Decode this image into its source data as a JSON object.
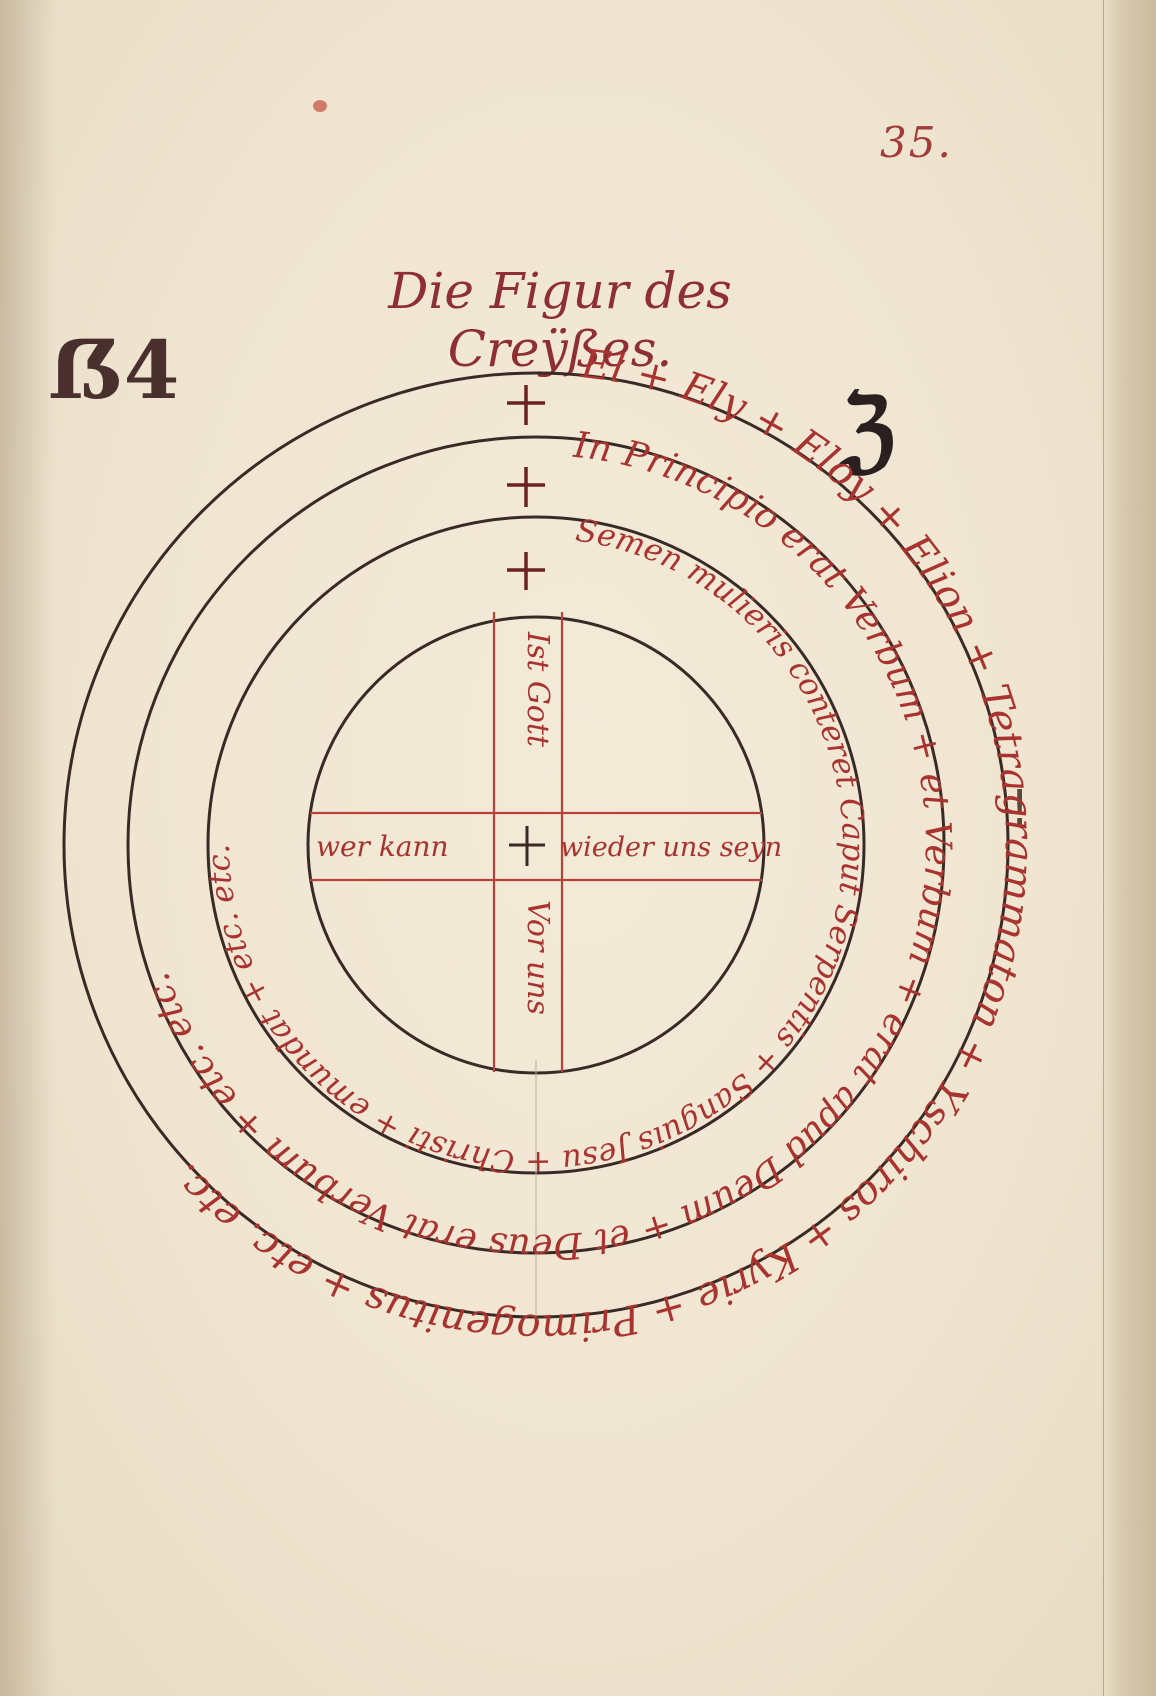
{
  "page_number": "35.",
  "title": "Die Figur des Creÿßes.",
  "margin_marks": {
    "left": "ẞ4",
    "right": "ℨ"
  },
  "rings": {
    "outer": "El + Ely + Eloy + Elion + Tetragrammaton + Yschiros + Kyrie + Primogenitus + etc. etc.",
    "middle": "In Principio erat Verbum + et Verbum + erat apud Deum + et Deus erat Verbum + etc. etc.",
    "inner": "Semen mulieris conteret Caput Serpentis + Sanguis Jesu + Christi + emundat + etc. etc."
  },
  "cross": {
    "top": "Ist Gott",
    "left": "wer kann",
    "right": "wieder uns seyn",
    "bottom": "Vor uns"
  },
  "colors": {
    "ink_red": "#a8332f",
    "ink_dark": "#3a2a26",
    "parchment": "#efe5d1"
  }
}
